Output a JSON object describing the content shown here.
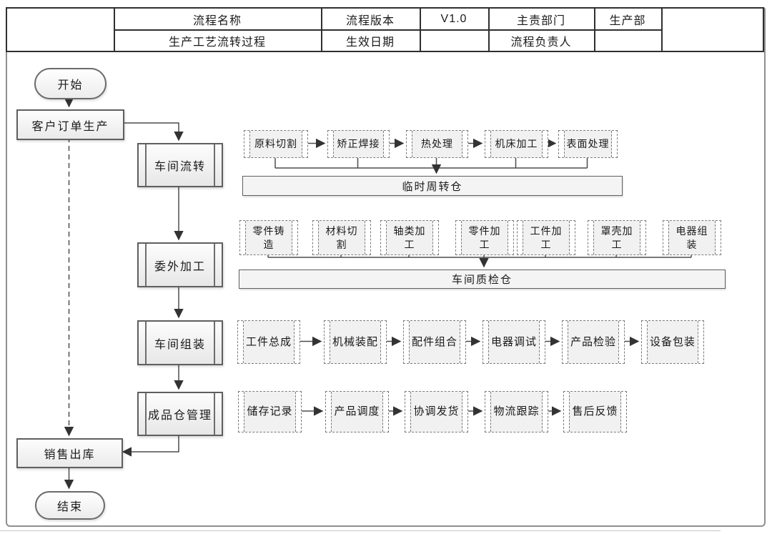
{
  "table": {
    "process_name_label": "流程名称",
    "process_name_value": "生产工艺流转过程",
    "version_label": "流程版本",
    "version_value": "V1.0",
    "effective_date_label": "生效日期",
    "effective_date_value": "",
    "dept_label": "主责部门",
    "dept_value": "生产部",
    "owner_label": "流程负责人",
    "owner_value": ""
  },
  "nodes": {
    "start": "开始",
    "customer_order": "客户订单生产",
    "workshop_flow": "车间流转",
    "outsourcing": "委外加工",
    "workshop_assembly": "车间组装",
    "finished_warehouse": "成品仓管理",
    "sales_outbound": "销售出库",
    "end": "结束",
    "temp_transfer_bar": "临时周转仓",
    "qc_warehouse_bar": "车间质检仓"
  },
  "steps": {
    "workshop": [
      "原料切割",
      "矫正焊接",
      "热处理",
      "机床加工",
      "表面处理"
    ],
    "outsourcing": [
      "零件铸造",
      "材料切割",
      "轴类加工",
      "零件加工",
      "工件加工",
      "罩壳加工",
      "电器组装"
    ],
    "assembly": [
      "工件总成",
      "机械装配",
      "配件组合",
      "电器调试",
      "产品检验",
      "设备包装"
    ],
    "warehouse": [
      "储存记录",
      "产品调度",
      "协调发货",
      "物流跟踪",
      "售后反馈"
    ]
  },
  "colors": {
    "connector": "#4d4d4d",
    "table_line": "#2f2f2f",
    "frame": "#8f8f8f",
    "dashed_fill": "#f1f1f1"
  }
}
